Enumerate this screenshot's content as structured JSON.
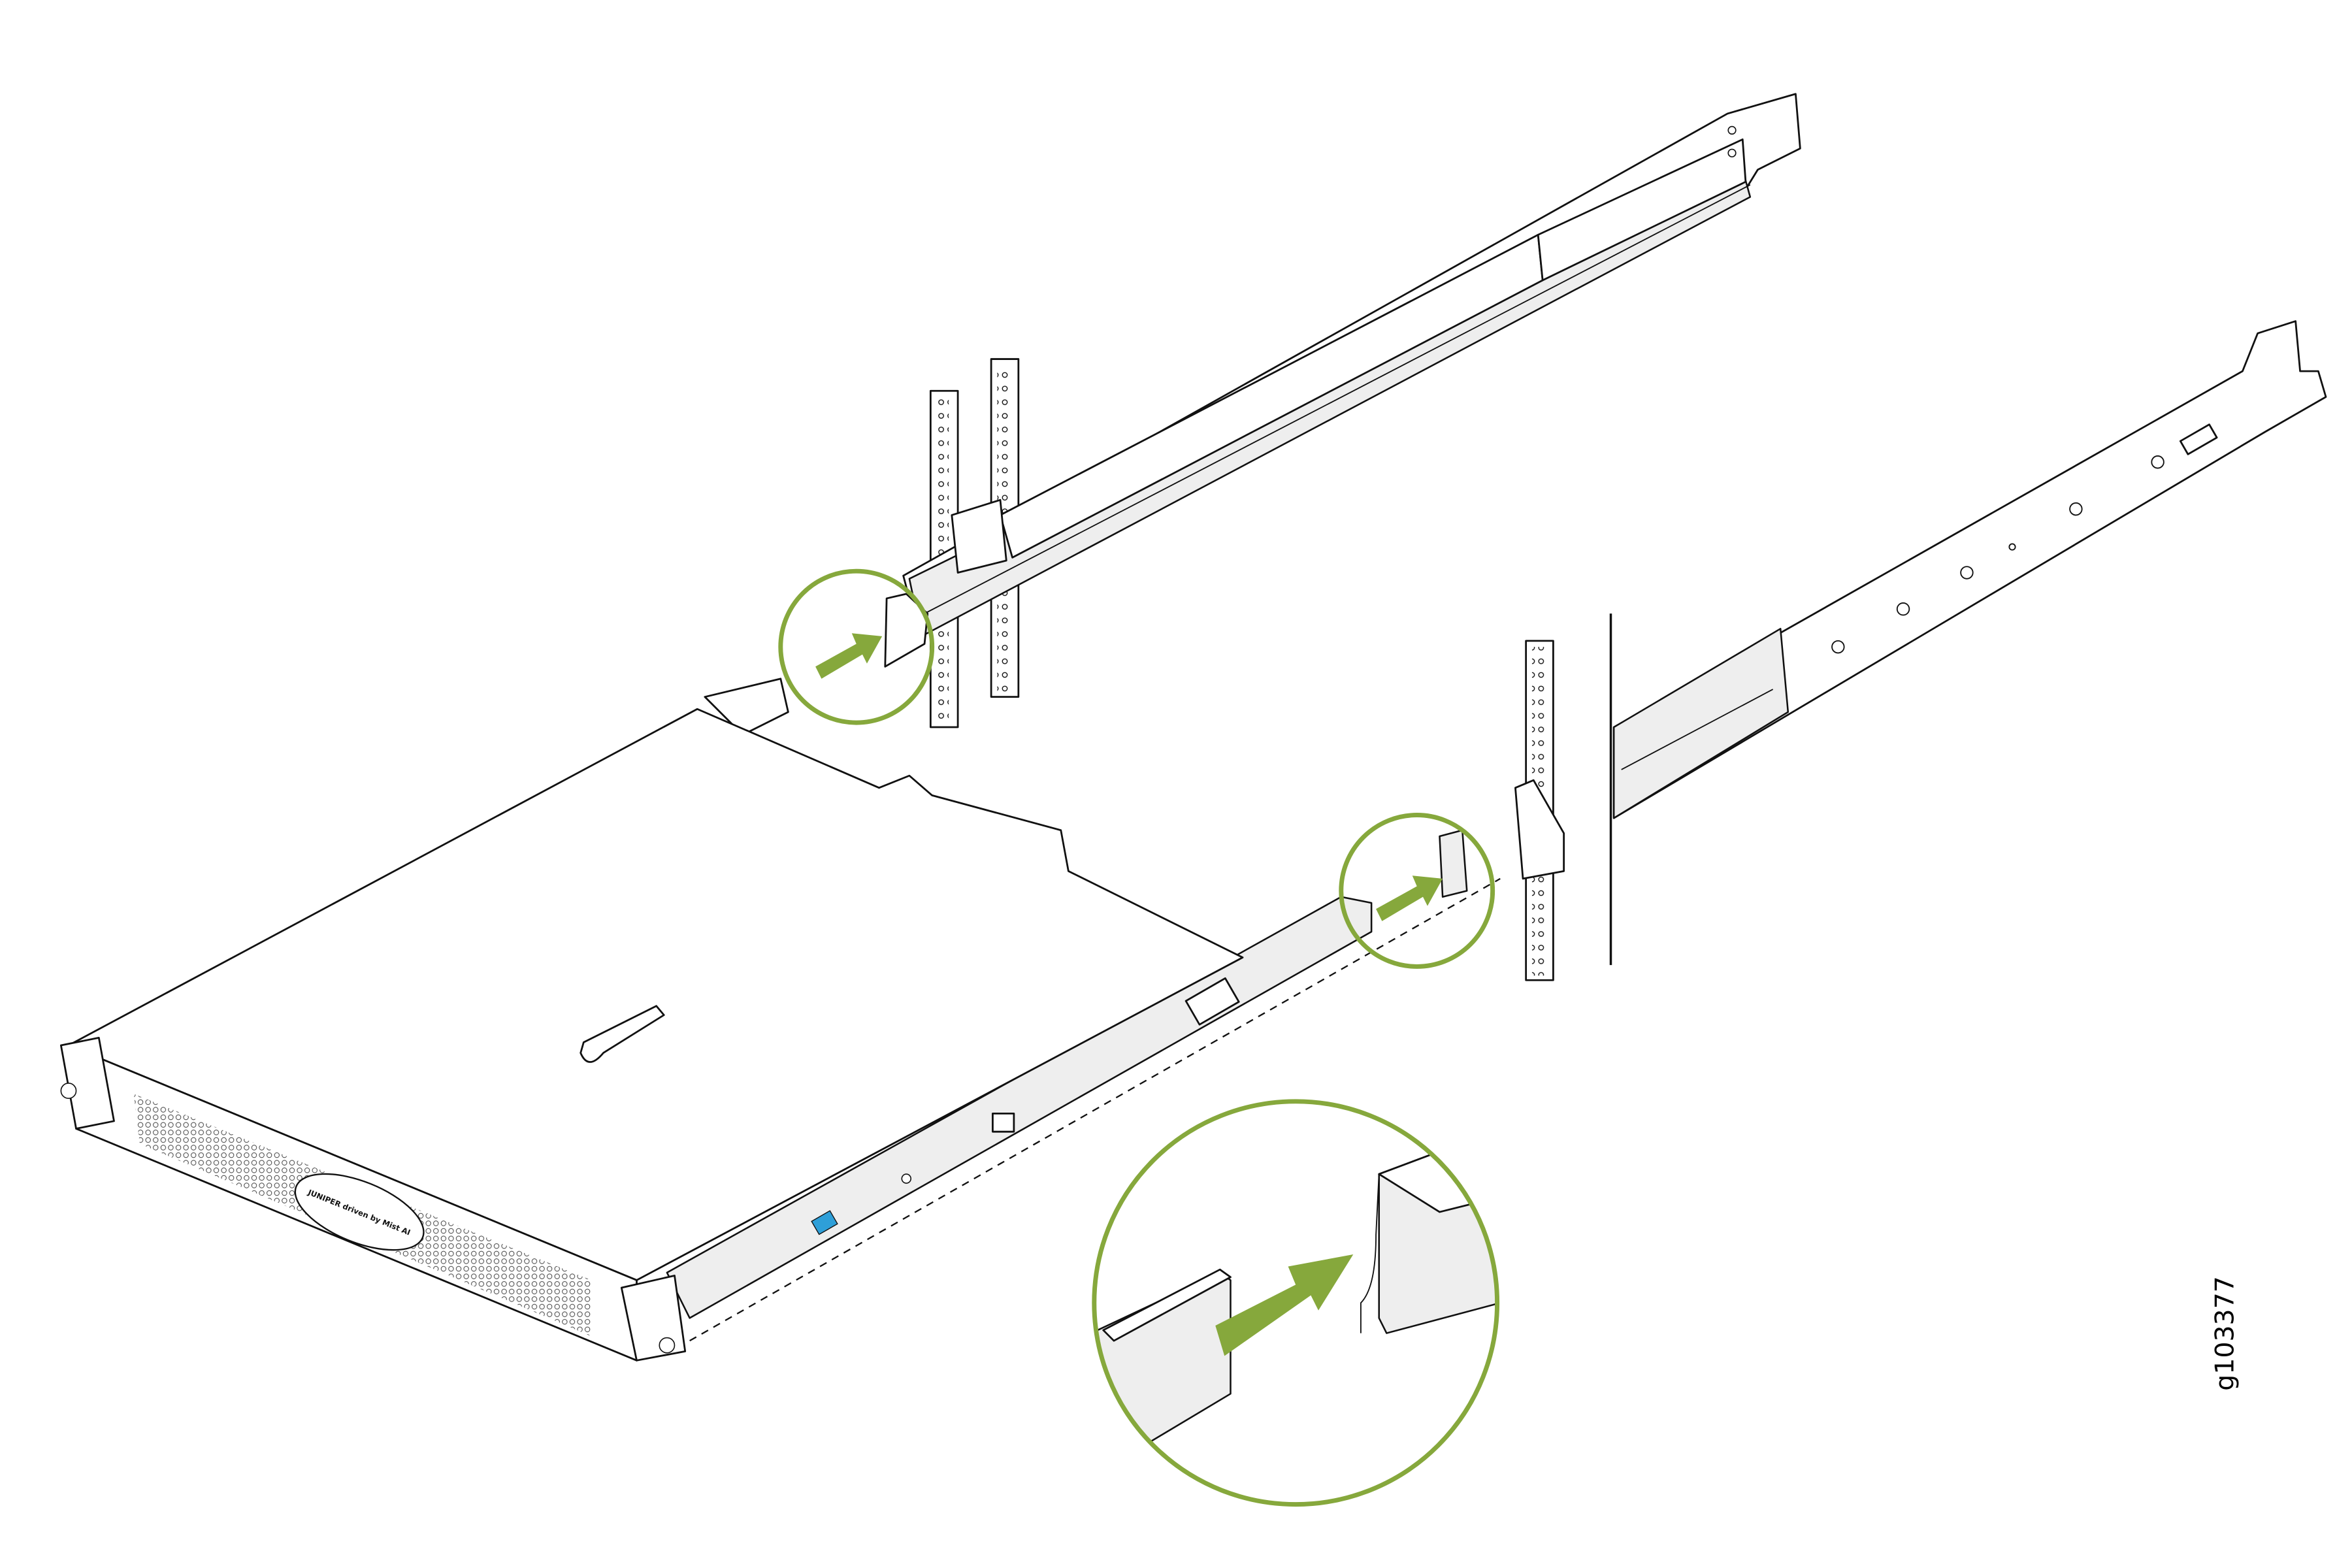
{
  "figure": {
    "figure_id": "g103377",
    "logo_text": "JUNIPER driven by Mist AI",
    "colors": {
      "highlight_green": "#86a83c",
      "latch_blue": "#2e9fd8",
      "line": "#111111"
    },
    "icons": [
      "insert-arrow-icon",
      "detail-callout-circle"
    ]
  }
}
